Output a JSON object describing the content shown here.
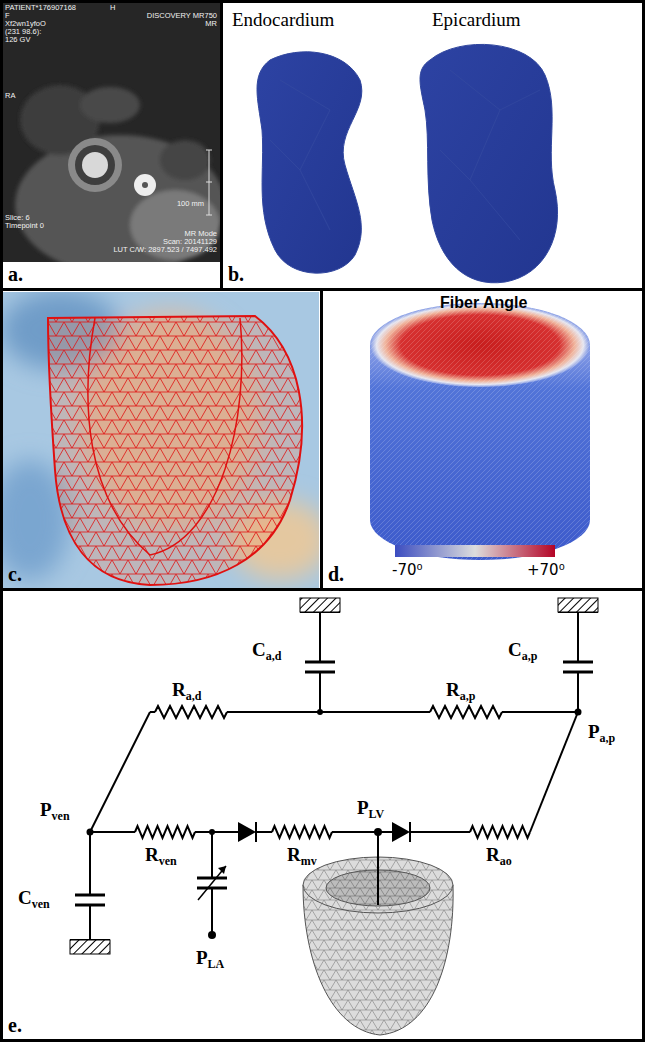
{
  "diagram": {
    "nodes": [
      {
        "text": [
          "a."
        ]
      },
      {
        "text": [
          "b."
        ]
      },
      {
        "text": [
          "c."
        ]
      },
      {
        "text": [
          "d."
        ]
      },
      {
        "text": [
          "e."
        ]
      }
    ],
    "edges": [],
    "labels": [
      "PATIENT*176907168",
      "F",
      "Xf2wn1yfoO",
      "(231 98.6):",
      "126 GV",
      "H",
      "DISCOVERY MR750",
      "MR",
      "RA",
      "100 mm",
      "Slice: 6",
      "Timepoint 0",
      "MR Mode",
      "Scan: 20141129",
      "LUT C/W: 2897.523 / 7497.492",
      "Endocardium",
      "Epicardium",
      "Fiber Angle",
      "-70⁰",
      "+70⁰",
      "Ca,d",
      "Ca,p",
      "Ra,d",
      "Ra,p",
      "Pa,p",
      "Pven",
      "Rven",
      "Rmv",
      "PLV",
      "Rao",
      "Cven",
      "PLA"
    ]
  }
}
